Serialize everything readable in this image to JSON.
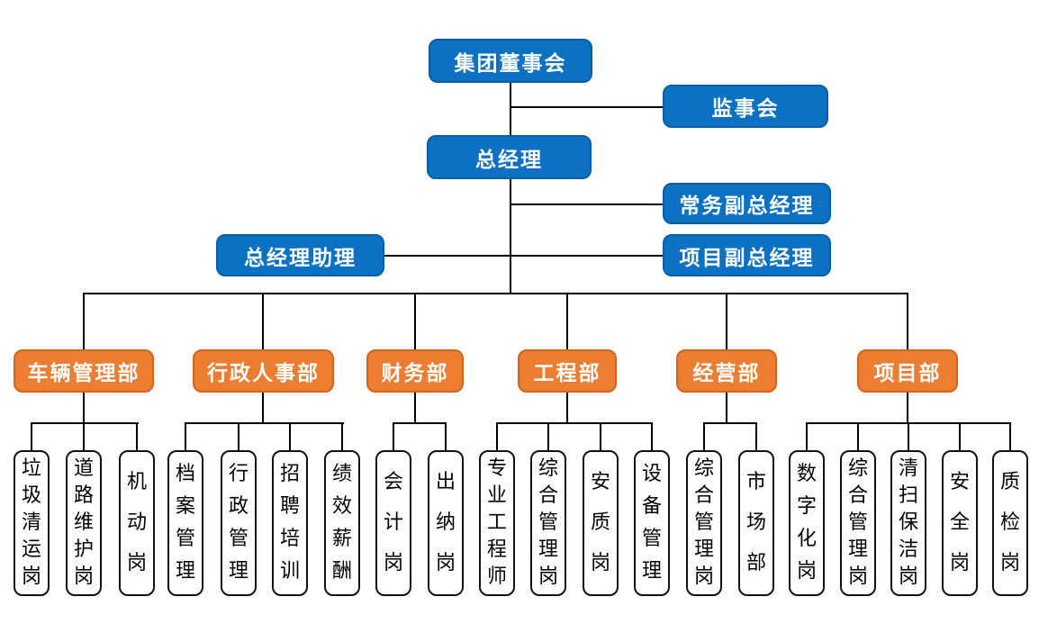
{
  "colors": {
    "node_blue": "#0c71c3",
    "node_blue_border": "#0a5ea6",
    "node_orange": "#ed7d31",
    "node_orange_border": "#d2641e",
    "position_box_bg": "#ffffff",
    "position_box_border": "#111111",
    "connector": "#000000"
  },
  "executives": {
    "board": "集团董事会",
    "supervisory_board": "监事会",
    "general_manager": "总经理",
    "executive_deputy_gm": "常务副总经理",
    "gm_assistant": "总经理助理",
    "project_deputy_gm": "项目副总经理"
  },
  "departments": [
    {
      "label": "车辆管理部",
      "positions": [
        "垃圾清运岗",
        "道路维护岗",
        "机动岗"
      ]
    },
    {
      "label": "行政人事部",
      "positions": [
        "档案管理",
        "行政管理",
        "招聘培训",
        "绩效薪酬"
      ]
    },
    {
      "label": "财务部",
      "positions": [
        "会计岗",
        "出纳岗"
      ]
    },
    {
      "label": "工程部",
      "positions": [
        "专业工程师",
        "综合管理岗",
        "安质岗",
        "设备管理"
      ]
    },
    {
      "label": "经营部",
      "positions": [
        "综合管理岗",
        "市场部"
      ]
    },
    {
      "label": "项目部",
      "positions": [
        "数字化岗",
        "综合管理岗",
        "清扫保洁岗",
        "安全岗",
        "质检岗"
      ]
    }
  ]
}
